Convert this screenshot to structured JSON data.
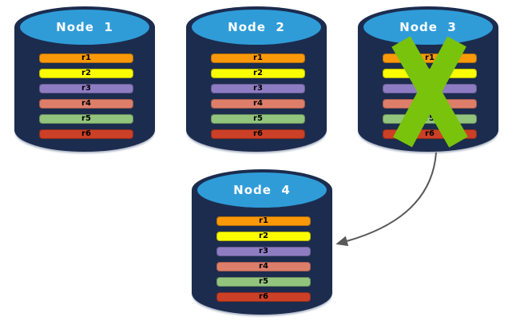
{
  "diagram": {
    "title": "replicated-database-node-failure-diagram",
    "nodes": [
      {
        "label": "Node  1",
        "failed": "false"
      },
      {
        "label": "Node  2",
        "failed": "false"
      },
      {
        "label": "Node  3",
        "failed": "true"
      },
      {
        "label": "Node  4",
        "failed": "false"
      }
    ],
    "rows": [
      {
        "label": "r1",
        "color": "#F9990A"
      },
      {
        "label": "r2",
        "color": "#FCFC00"
      },
      {
        "label": "r3",
        "color": "#8E7CC3"
      },
      {
        "label": "r4",
        "color": "#DD7E6B"
      },
      {
        "label": "r5",
        "color": "#93C47D"
      },
      {
        "label": "r6",
        "color": "#CB4026"
      }
    ],
    "colors": {
      "cylinder_body": "#1C2C4E",
      "cylinder_top": "#2F9CD8",
      "node_label_text": "#FFFFFF",
      "bar_text": "#000000",
      "failure_x": "#79C30D",
      "arrow": "#595959",
      "background": "#FFFFFF"
    }
  }
}
